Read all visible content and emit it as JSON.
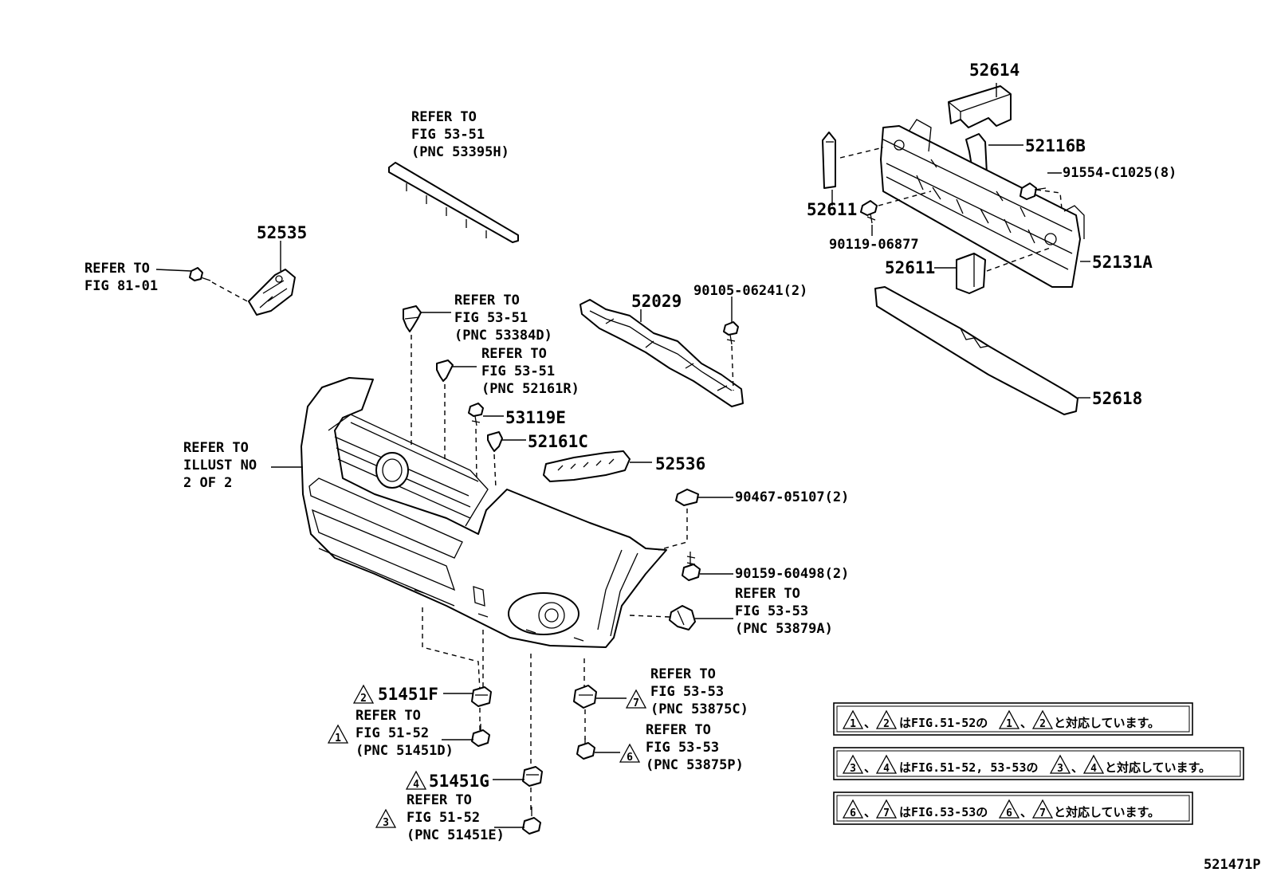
{
  "part_numbers": {
    "p52614": "52614",
    "p52116B": "52116B",
    "p91554": "91554-C1025(8)",
    "p52611a": "52611",
    "p90119": "90119-06877",
    "p52611b": "52611",
    "p52131A": "52131A",
    "p52618": "52618",
    "p52535": "52535",
    "p52029": "52029",
    "p90105": "90105-06241(2)",
    "p53119E": "53119E",
    "p52161C": "52161C",
    "p52536": "52536",
    "p90467": "90467-05107(2)",
    "p90159": "90159-60498(2)",
    "p51451F": "51451F",
    "p51451G": "51451G"
  },
  "refer_notes": {
    "grille_molding": [
      "REFER TO",
      "FIG 53-51",
      "(PNC 53395H)"
    ],
    "fig81": [
      "REFER TO",
      "FIG 81-01"
    ],
    "clip_53384D": [
      "REFER TO",
      "FIG 53-51",
      "(PNC 53384D)"
    ],
    "clip_52161R": [
      "REFER TO",
      "FIG 53-51",
      "(PNC 52161R)"
    ],
    "illust": [
      "REFER TO",
      "ILLUST NO",
      "2 OF 2"
    ],
    "pnc_53879A": [
      "REFER TO",
      "FIG 53-53",
      "(PNC 53879A)"
    ],
    "pnc_53875C": [
      "REFER TO",
      "FIG 53-53",
      "(PNC 53875C)"
    ],
    "pnc_53875P": [
      "REFER TO",
      "FIG 53-53",
      "(PNC 53875P)"
    ],
    "pnc_51451D": [
      "REFER TO",
      "FIG 51-52",
      "(PNC 51451D)"
    ],
    "pnc_51451E": [
      "REFER TO",
      "FIG 51-52",
      "(PNC 51451E)"
    ]
  },
  "triangle_marks": {
    "t1": "1",
    "t2": "2",
    "t3": "3",
    "t4": "4",
    "t6": "6",
    "t7": "7"
  },
  "legend_notes": {
    "note1": {
      "a": "1",
      "b": "2",
      "text1": "はFIG.51-52の",
      "c": "1",
      "d": "2",
      "text2": "と対応しています。"
    },
    "note2": {
      "a": "3",
      "b": "4",
      "text1": "はFIG.51-52, 53-53の",
      "c": "3",
      "d": "4",
      "text2": "と対応しています。"
    },
    "note3": {
      "a": "6",
      "b": "7",
      "text1": "はFIG.53-53の",
      "c": "6",
      "d": "7",
      "text2": "と対応しています。"
    },
    "separator": "、"
  },
  "document_id": "521471P"
}
